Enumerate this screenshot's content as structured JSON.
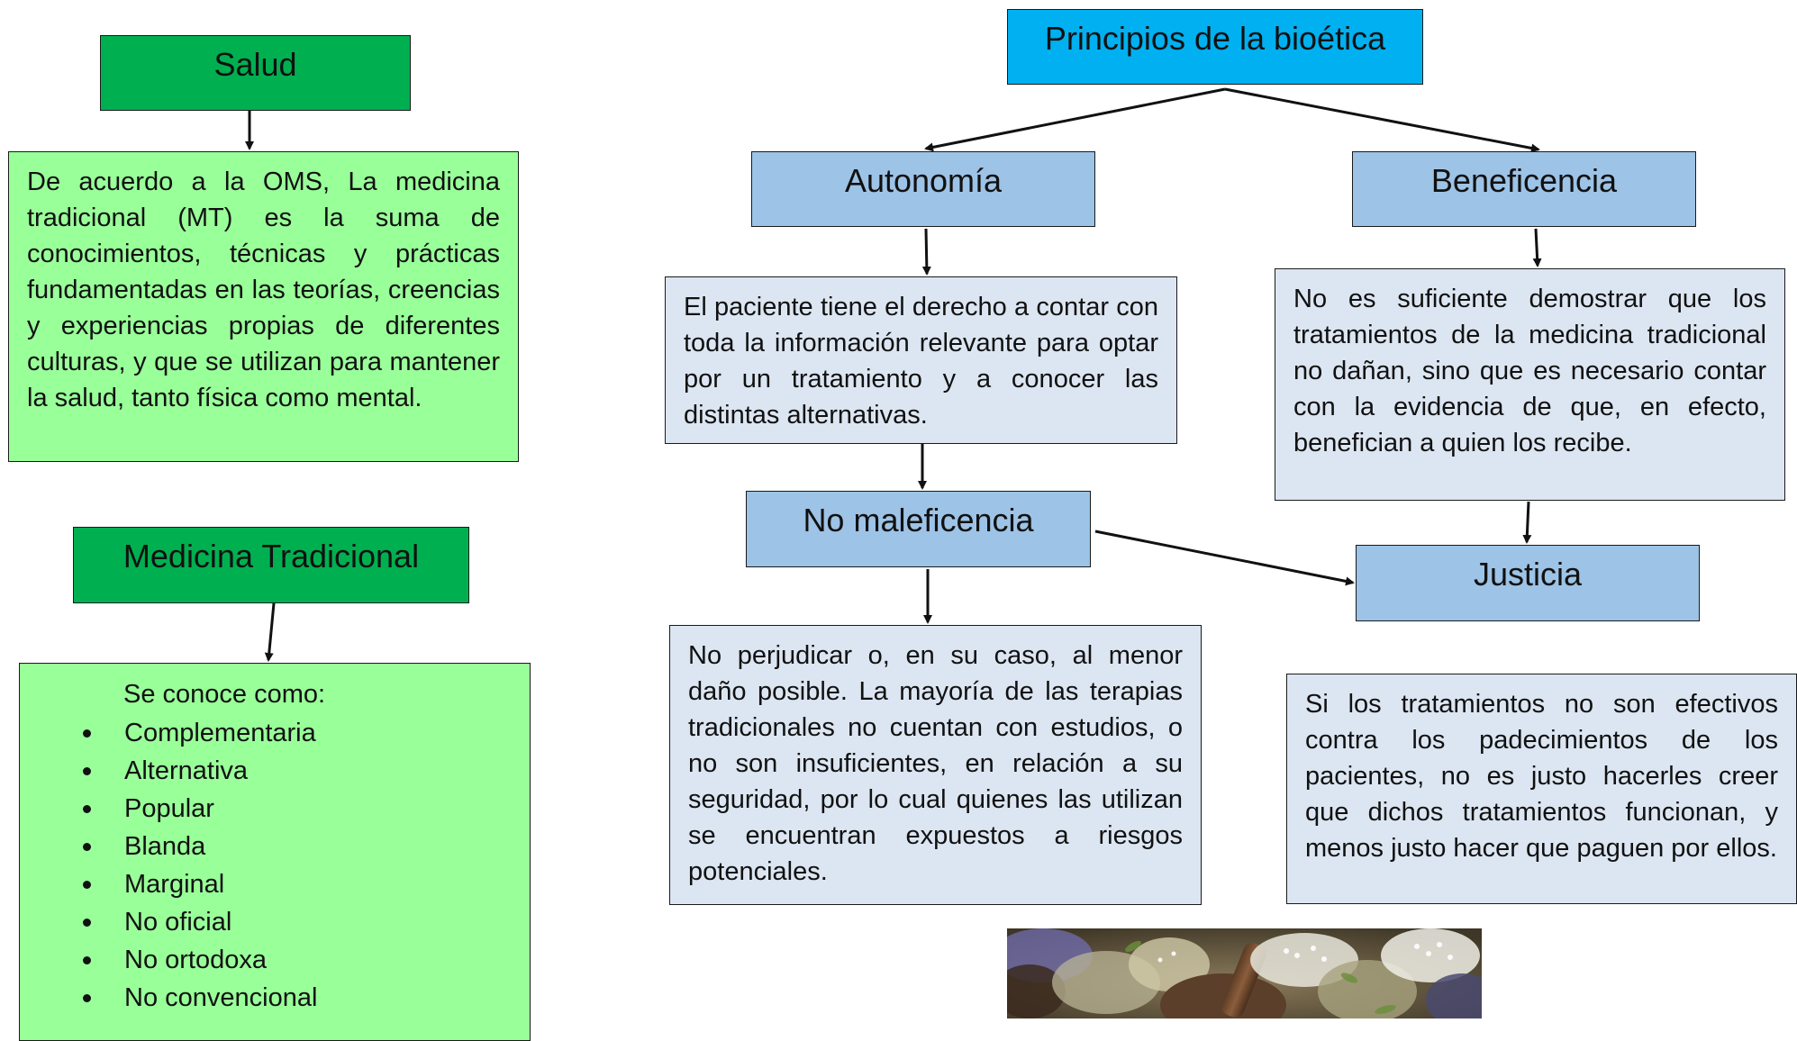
{
  "left_column": {
    "salud": {
      "title": "Salud",
      "text": "De acuerdo a la OMS, La medicina tradicional (MT) es la suma de conocimientos, técnicas y prácticas fundamentadas en las teorías, creencias y experiencias propias de diferentes culturas, y que se utilizan para mantener la salud, tanto física como mental."
    },
    "medicina_tradicional": {
      "title": "Medicina Tradicional",
      "intro": "Se conoce como:",
      "items": [
        "Complementaria",
        "Alternativa",
        "Popular",
        "Blanda",
        "Marginal",
        "No oficial",
        "No ortodoxa",
        "No convencional"
      ]
    }
  },
  "principios": {
    "title": "Principios de la bioética",
    "autonomia": {
      "title": "Autonomía",
      "text": "El paciente tiene el derecho a contar con toda la información relevante para optar por un tratamiento y a conocer las distintas alternativas."
    },
    "beneficencia": {
      "title": "Beneficencia",
      "text": "No es suficiente demostrar que los tratamientos de la medicina tradicional no dañan, sino que es necesario contar con la evidencia de que, en efecto, benefician a quien los recibe."
    },
    "no_maleficencia": {
      "title": "No maleficencia",
      "text": "No perjudicar o, en su caso, al menor daño posible. La mayoría de las terapias tradicionales no cuentan con estudios, o no son insuficientes, en relación a su seguridad, por lo cual quienes las utilizan se encuentran expuestos a riesgos potenciales."
    },
    "justicia": {
      "title": "Justicia",
      "text": "Si los tratamientos no son efectivos contra los padecimientos de los pacientes, no es justo hacerles creer que dichos tratamientos funcionan, y menos justo hacer que paguen por ellos."
    }
  },
  "colors": {
    "dark_green": "#00b050",
    "light_green": "#99ff99",
    "cyan": "#00b0f0",
    "blue": "#9dc3e6",
    "pale_blue": "#dce6f2",
    "arrow": "#111111"
  },
  "photo": {
    "subject": "herbs-mortar-photo"
  }
}
